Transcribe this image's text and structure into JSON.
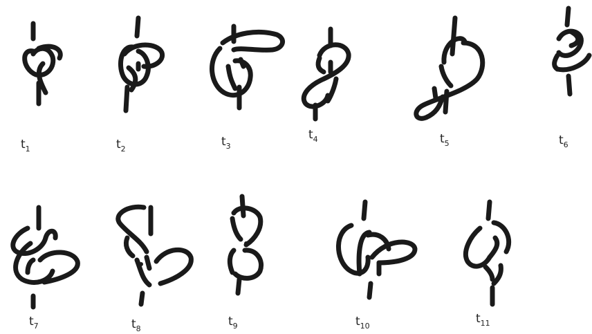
{
  "figure": {
    "tangles": [
      {
        "id": "t1",
        "base": "t",
        "index": "1"
      },
      {
        "id": "t2",
        "base": "t",
        "index": "2"
      },
      {
        "id": "t3",
        "base": "t",
        "index": "3"
      },
      {
        "id": "t4",
        "base": "t",
        "index": "4"
      },
      {
        "id": "t5",
        "base": "t",
        "index": "5"
      },
      {
        "id": "t6",
        "base": "t",
        "index": "6"
      },
      {
        "id": "t7",
        "base": "t",
        "index": "7"
      },
      {
        "id": "t8",
        "base": "t",
        "index": "8"
      },
      {
        "id": "t9",
        "base": "t",
        "index": "9"
      },
      {
        "id": "t10",
        "base": "t",
        "index": "10"
      },
      {
        "id": "t11",
        "base": "t",
        "index": "11"
      }
    ]
  }
}
